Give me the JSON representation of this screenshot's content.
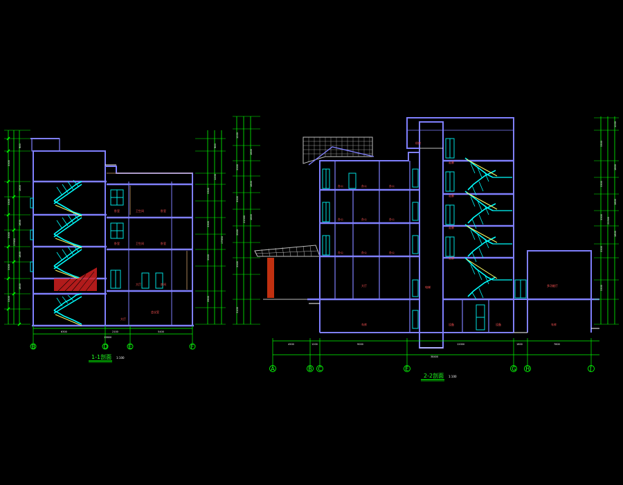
{
  "section_left": {
    "title": "1-1剖面",
    "scale": "1:100",
    "grid_axes": [
      "B",
      "D",
      "E",
      "F"
    ]
  },
  "section_right": {
    "title": "2-2剖面",
    "scale": "1:100",
    "grid_axes": [
      "A",
      "B",
      "C",
      "E",
      "G",
      "H",
      "J"
    ]
  },
  "colors": {
    "background": "#000000",
    "wall": "#8080ff",
    "stair": "#00ffff",
    "dimension": "#00ff00",
    "window": "#00e0e0",
    "hatch": "#d02020",
    "white": "#ffffff",
    "roof_tile": "#c0c0c0",
    "column": "#c03010",
    "room_text": "#ff5050"
  }
}
